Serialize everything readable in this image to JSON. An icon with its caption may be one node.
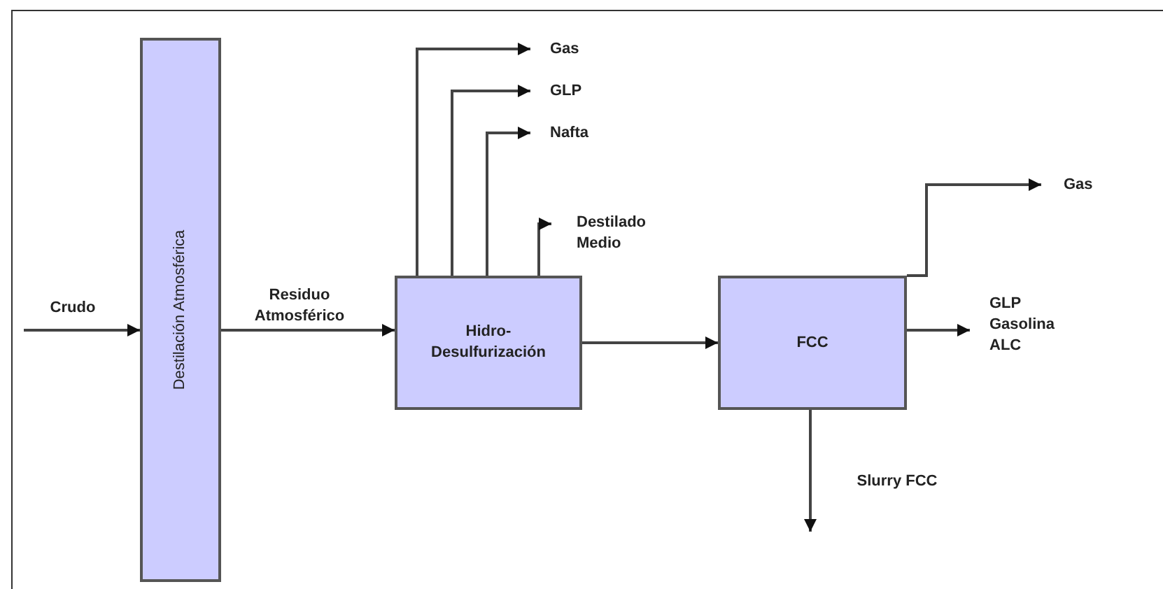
{
  "diagram": {
    "nodes": [
      {
        "text": [
          "Destilación Atmosférica"
        ]
      },
      {
        "text": [
          "Hidro- Desulfurización"
        ]
      },
      {
        "text": [
          "Gas"
        ]
      },
      {
        "text": [
          "GLP"
        ]
      },
      {
        "text": [
          "Nafta"
        ]
      },
      {
        "text": [
          "Destilado Medio"
        ]
      },
      {
        "text": [
          "FCC"
        ]
      },
      {
        "text": [
          "Gas"
        ]
      },
      {
        "text": [
          "GLP Gasolina ALC"
        ]
      }
    ],
    "edges": [
      {
        "from": null,
        "to": 0,
        "arrow": "to",
        "label": "Crudo"
      },
      {
        "from": 0,
        "to": 1,
        "arrow": "to",
        "label": "Residuo Atmosférico"
      },
      {
        "from": 1,
        "to": 2,
        "arrow": "to"
      },
      {
        "from": 1,
        "to": 3,
        "arrow": "to"
      },
      {
        "from": 1,
        "to": 4,
        "arrow": "to"
      },
      {
        "from": 1,
        "to": 5,
        "arrow": "to"
      },
      {
        "from": 1,
        "to": 6,
        "arrow": "to"
      },
      {
        "from": 6,
        "to": 7,
        "arrow": "to"
      },
      {
        "from": 6,
        "to": 8,
        "arrow": "to"
      },
      {
        "from": 6,
        "to": null,
        "arrow": "to",
        "label": "Slurry FCC"
      }
    ]
  }
}
